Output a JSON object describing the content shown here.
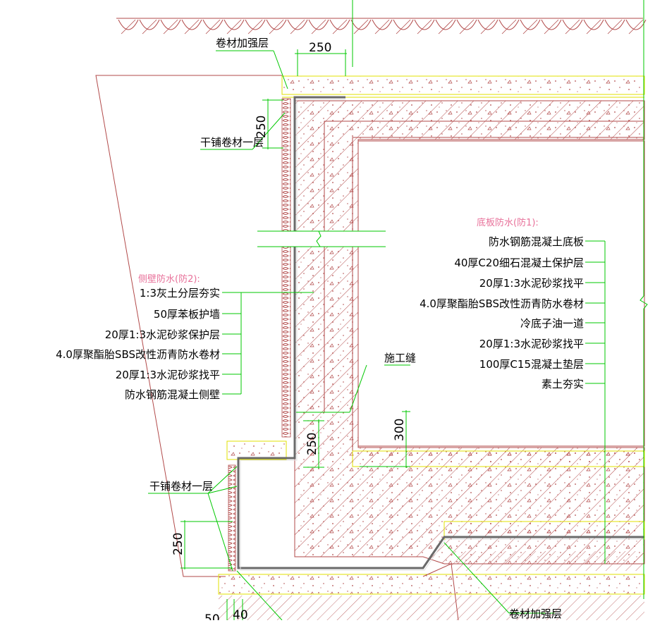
{
  "colors": {
    "concrete": "#b24a4a",
    "hatch": "#b24a4a",
    "layer_outline": "#e0e000",
    "leader": "#00c800",
    "membrane": "#6a6a6a",
    "pink_heading": "#e8719a"
  },
  "top_annotations": {
    "reinforcement_top": "卷材加强层",
    "dim_250_top": "250",
    "dim_250_side": "250",
    "dry_laid_upper": "干铺卷材一层"
  },
  "side_wall": {
    "heading": "侧壁防水(防2):",
    "layers": [
      "1:3灰土分层夯实",
      "50厚苯板护墙",
      "20厚1:3水泥砂浆保护层",
      "4.0厚聚酯胎SBS改性沥青防水卷材",
      "20厚1:3水泥砂浆找平",
      "防水钢筋混凝土侧壁"
    ]
  },
  "floor_slab": {
    "heading": "底板防水(防1):",
    "layers": [
      "防水钢筋混凝土底板",
      "40厚C20细石混凝土保护层",
      "20厚1:3水泥砂浆找平",
      "4.0厚聚酯胎SBS改性沥青防水卷材",
      "冷底子油一道",
      "20厚1:3水泥砂浆找平",
      "100厚C15混凝土垫层",
      "素土夯实"
    ]
  },
  "construction_joint": "施工缝",
  "dims": {
    "d300": "300",
    "d250_mid": "250",
    "d250_low": "250",
    "d50": "50",
    "d40": "40"
  },
  "bottom_annotations": {
    "dry_laid_lower": "干铺卷材一层",
    "reinforcement_bottom": "卷材加强层"
  }
}
